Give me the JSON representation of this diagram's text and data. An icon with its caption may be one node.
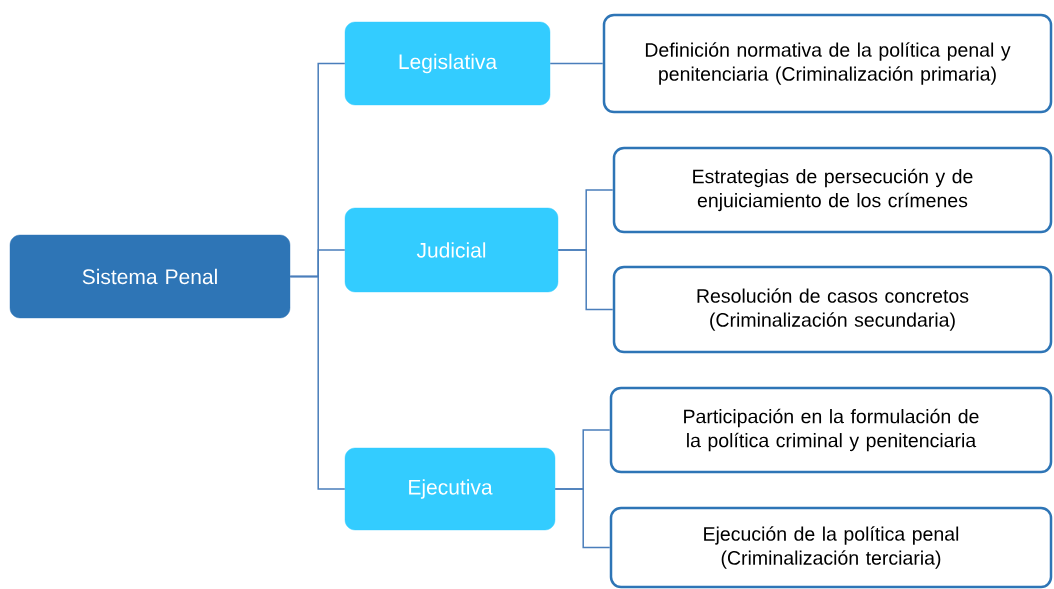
{
  "diagram": {
    "nodes": [
      {
        "text": [
          "Sistema Penal"
        ]
      },
      {
        "text": [
          "Legislativa"
        ]
      },
      {
        "text": [
          "Judicial"
        ]
      },
      {
        "text": [
          "Ejecutiva"
        ]
      },
      {
        "text": [
          "Definición normativa de la política penal y penitenciaria (Criminalización primaria)"
        ]
      },
      {
        "text": [
          "Estrategias de persecución y de enjuiciamiento de los crímenes"
        ]
      },
      {
        "text": [
          "Resolución de casos concretos (Criminalización secundaria)"
        ]
      },
      {
        "text": [
          "Participación en la formulación de la política criminal y penitenciaria"
        ]
      },
      {
        "text": [
          "Ejecución de la política penal (Criminalización terciaria)"
        ]
      }
    ],
    "edges": [
      {
        "from": 0,
        "to": 1,
        "arrow": "none"
      },
      {
        "from": 0,
        "to": 2,
        "arrow": "none"
      },
      {
        "from": 0,
        "to": 3,
        "arrow": "none"
      },
      {
        "from": 1,
        "to": 4,
        "arrow": "none"
      },
      {
        "from": 2,
        "to": 5,
        "arrow": "none"
      },
      {
        "from": 2,
        "to": 6,
        "arrow": "none"
      },
      {
        "from": 3,
        "to": 7,
        "arrow": "none"
      },
      {
        "from": 3,
        "to": 8,
        "arrow": "none"
      }
    ]
  }
}
